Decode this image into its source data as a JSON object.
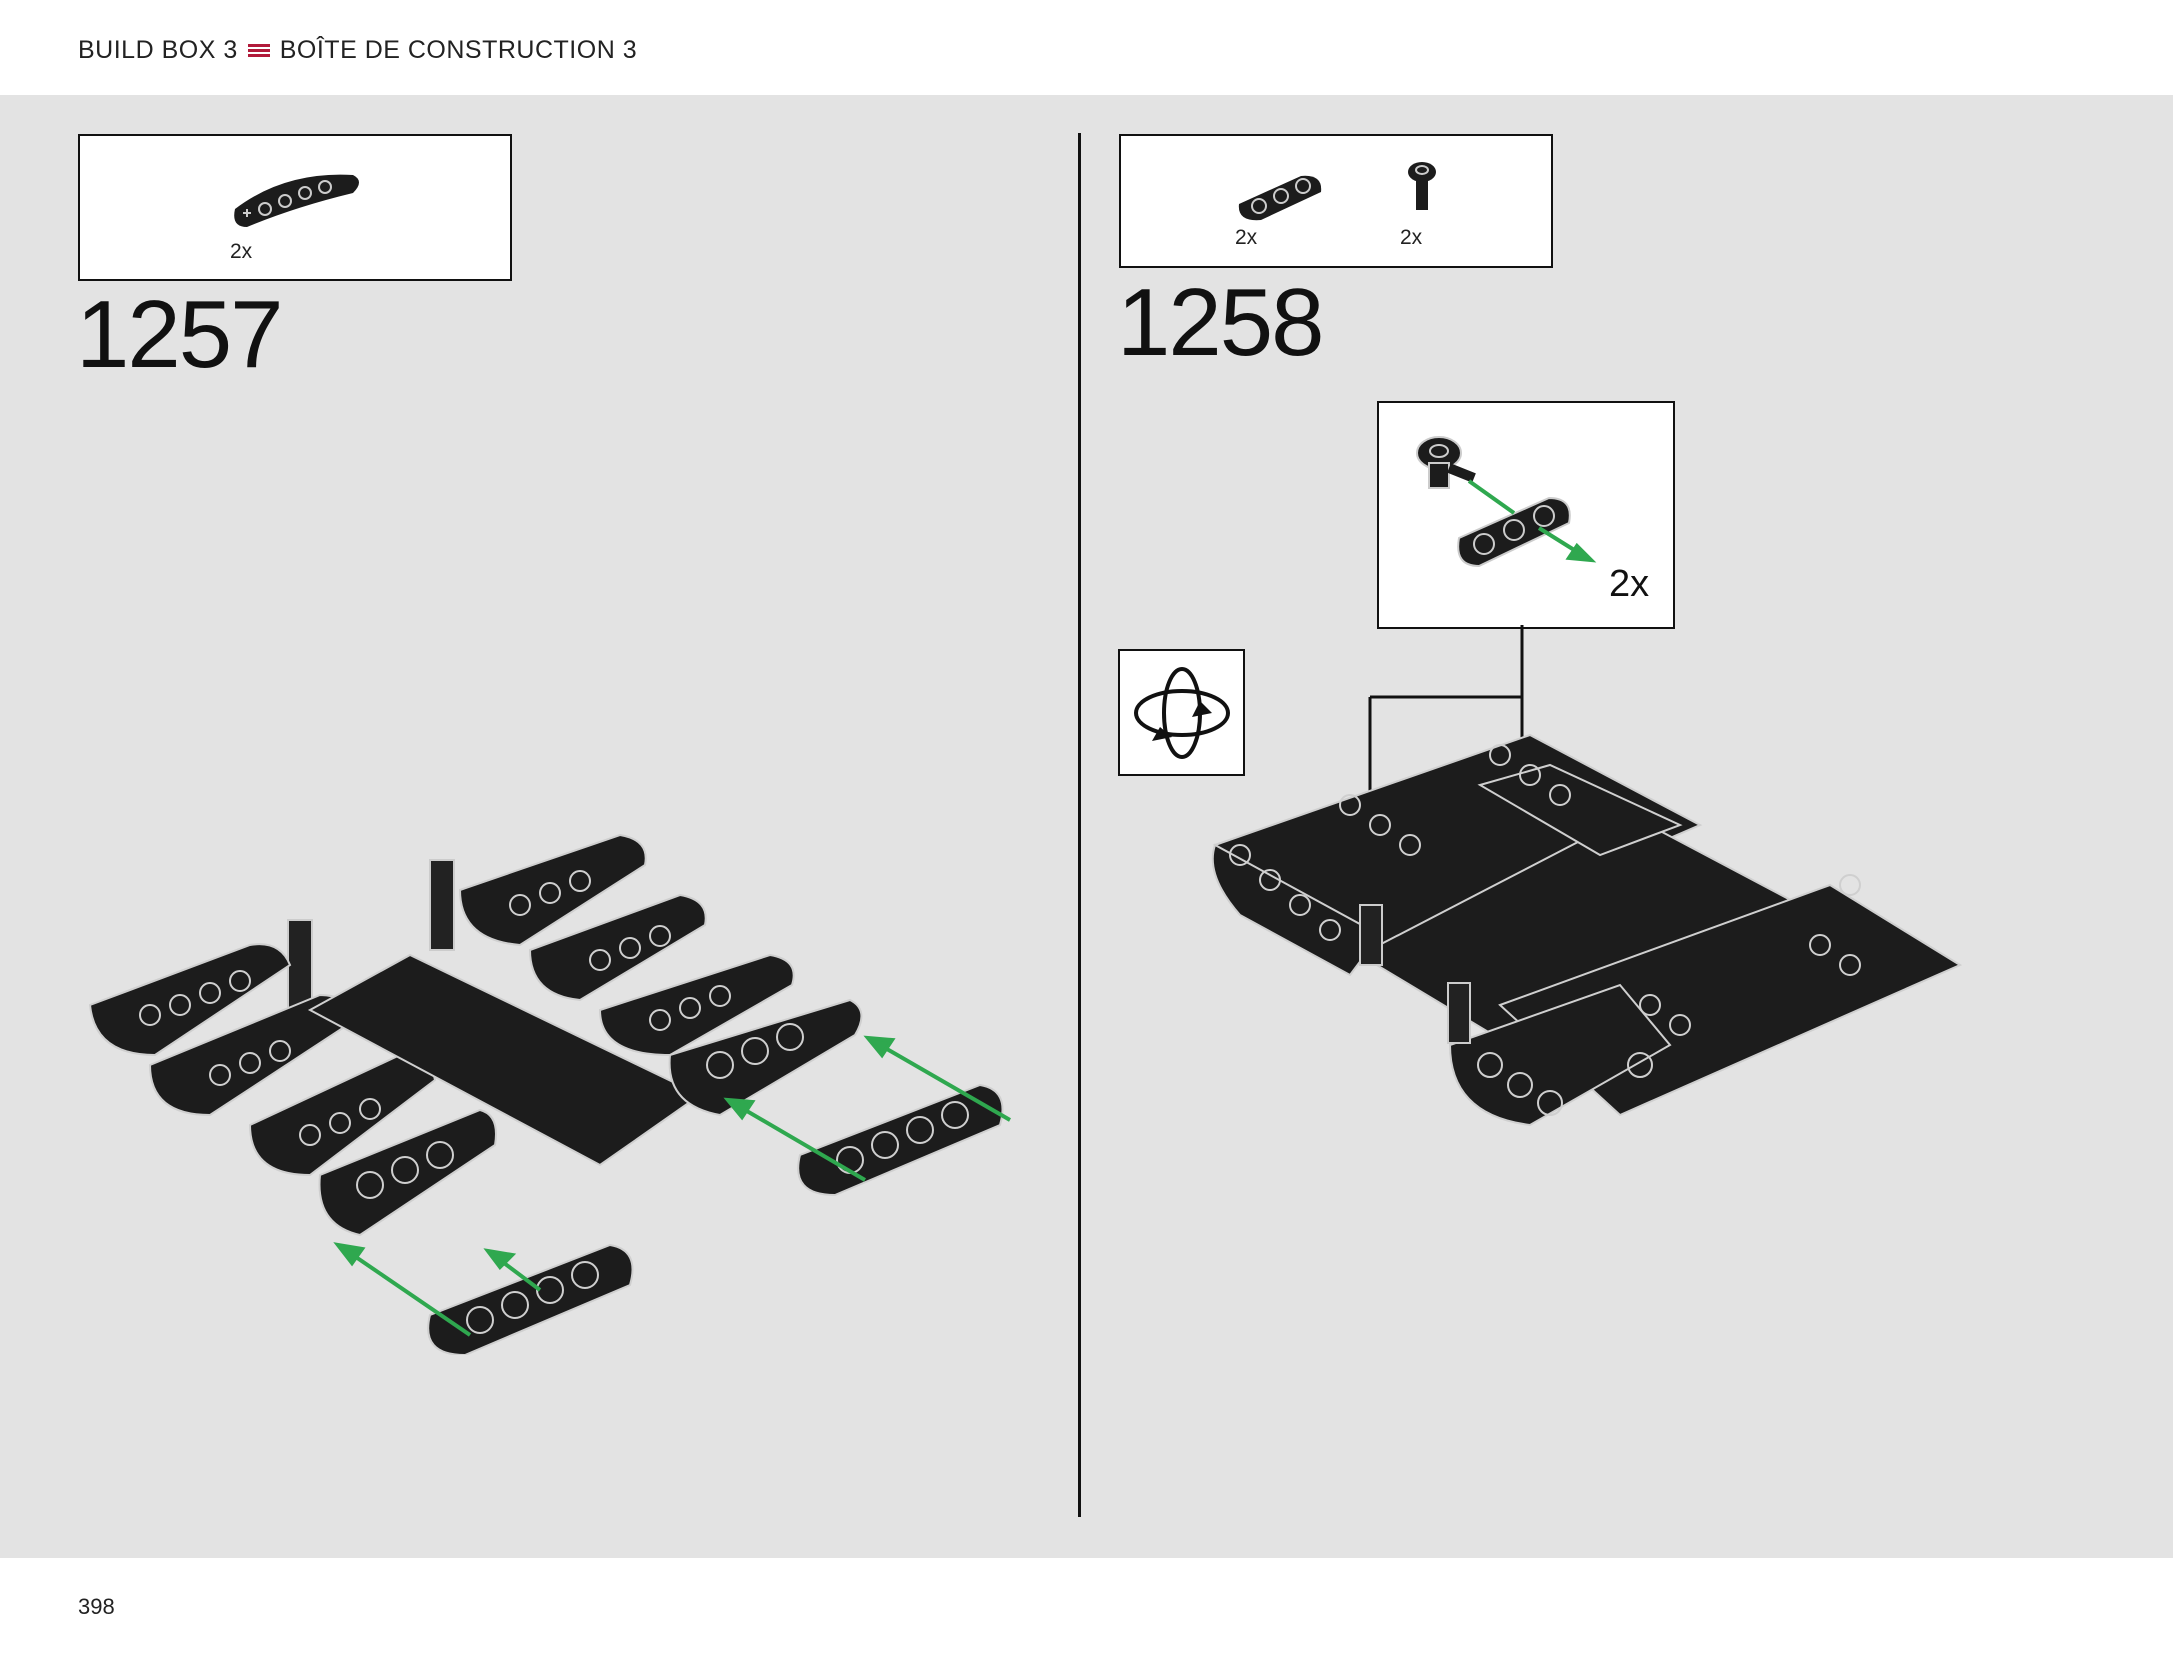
{
  "header": {
    "left_label": "BUILD BOX 3",
    "right_label": "BOÎTE DE CONSTRUCTION 3",
    "accent_color": "#b11a3a"
  },
  "footer": {
    "page_number": "398"
  },
  "steps": [
    {
      "number": "1257",
      "parts": [
        {
          "icon": "curved-beam-icon",
          "quantity": "2x"
        }
      ]
    },
    {
      "number": "1258",
      "parts": [
        {
          "icon": "beam-3-icon",
          "quantity": "2x"
        },
        {
          "icon": "connector-icon",
          "quantity": "2x"
        }
      ],
      "callout": {
        "quantity": "2x"
      },
      "rotate_icon": "rotate-model-icon"
    }
  ],
  "colors": {
    "arrow_green": "#2fa84f",
    "part_black": "#1c1c1c",
    "background": "#e3e3e3"
  }
}
